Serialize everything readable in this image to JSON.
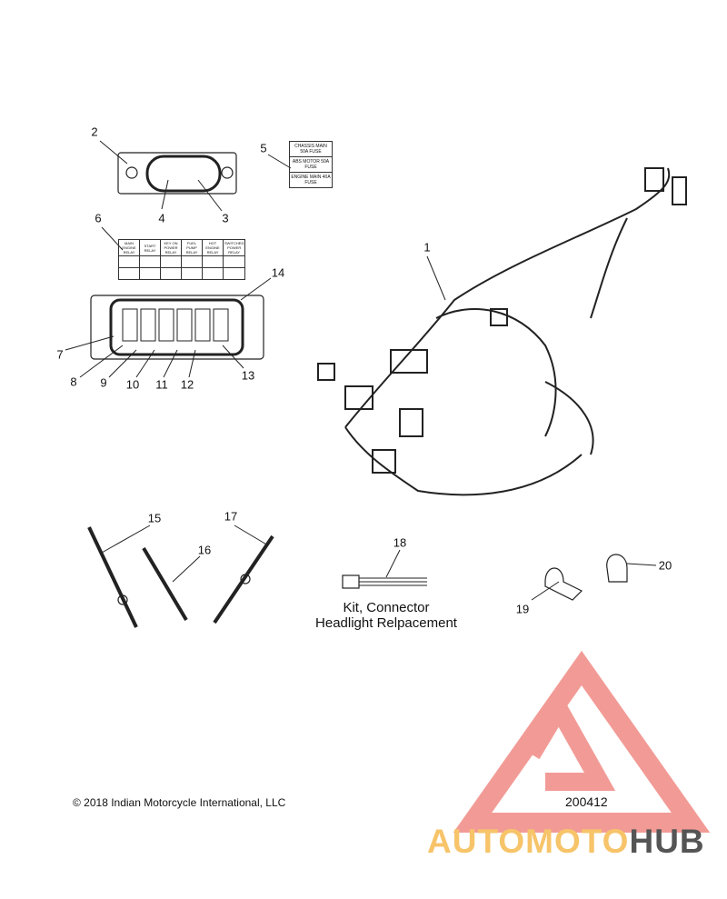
{
  "callouts": [
    "1",
    "2",
    "3",
    "4",
    "5",
    "6",
    "7",
    "8",
    "9",
    "10",
    "11",
    "12",
    "13",
    "14",
    "15",
    "16",
    "17",
    "18",
    "19",
    "20"
  ],
  "fuse_label": [
    "CHASSIS MAIN 50A FUSE",
    "ABS MOTOR 50A FUSE",
    "ENGINE MAIN 40A FUSE"
  ],
  "relay_label": [
    "MAIN ENGINE RELAY",
    "START RELAY",
    "KEY ON POWER RELAY",
    "FUEL PUMP RELAY",
    "HOT ENGINE RELAY",
    "SWITCHED POWER RELAY"
  ],
  "kit_caption": {
    "line1": "Kit, Connector",
    "line2": "Headlight Relpacement"
  },
  "copyright": "© 2018 Indian Motorcycle International, LLC",
  "diagram_number": "200412",
  "logo": {
    "part1": "AUTOMOTO",
    "part2": "HUB"
  },
  "colors": {
    "watermark": "#f08a84",
    "logo_accent": "#f7c46a",
    "logo_dark": "#555555"
  }
}
